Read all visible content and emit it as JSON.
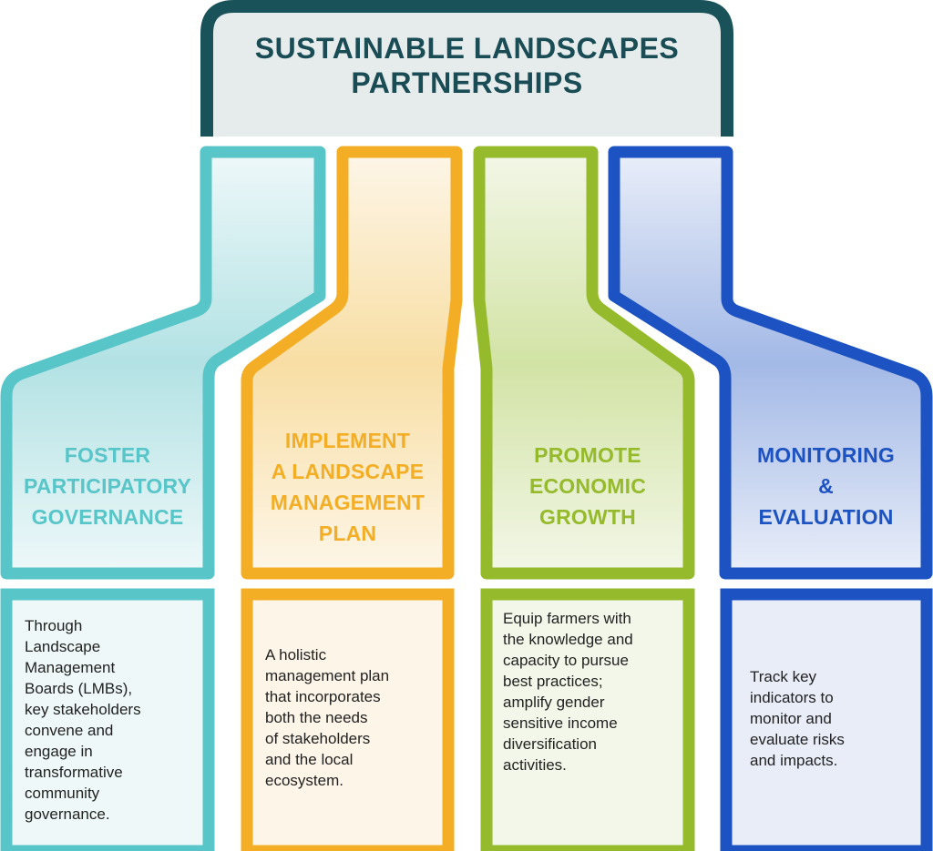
{
  "title": {
    "line1": "SUSTAINABLE LANDSCAPES",
    "line2": "PARTNERSHIPS"
  },
  "colors": {
    "title_border": "#1a525a",
    "title_fill": "#e6ecec",
    "teal": "#58c5c8",
    "orange": "#f3ae26",
    "green": "#95ba2c",
    "blue": "#1c52c1"
  },
  "pillars": [
    {
      "heading": [
        "FOSTER",
        "PARTICIPATORY",
        "GOVERNANCE"
      ],
      "text": [
        "Through",
        "Landscape",
        "Management",
        "Boards (LMBs),",
        "key stakeholders",
        "convene and",
        "engage in",
        "transformative",
        "community",
        "governance."
      ]
    },
    {
      "heading": [
        "IMPLEMENT",
        "A LANDSCAPE",
        "MANAGEMENT",
        "PLAN"
      ],
      "text": [
        "A holistic",
        "management plan",
        "that incorporates",
        "both the needs",
        "of stakeholders",
        "and the local",
        "ecosystem."
      ]
    },
    {
      "heading": [
        "PROMOTE",
        "ECONOMIC",
        "GROWTH"
      ],
      "text": [
        "Equip farmers with",
        "the knowledge and",
        "capacity to pursue",
        "best practices;",
        "amplify gender",
        "sensitive income",
        "diversification",
        "activities."
      ]
    },
    {
      "heading": [
        "MONITORING",
        "&",
        "EVALUATION"
      ],
      "text": [
        "Track key",
        "indicators to",
        "monitor and",
        "evaluate risks",
        "and impacts."
      ]
    }
  ]
}
